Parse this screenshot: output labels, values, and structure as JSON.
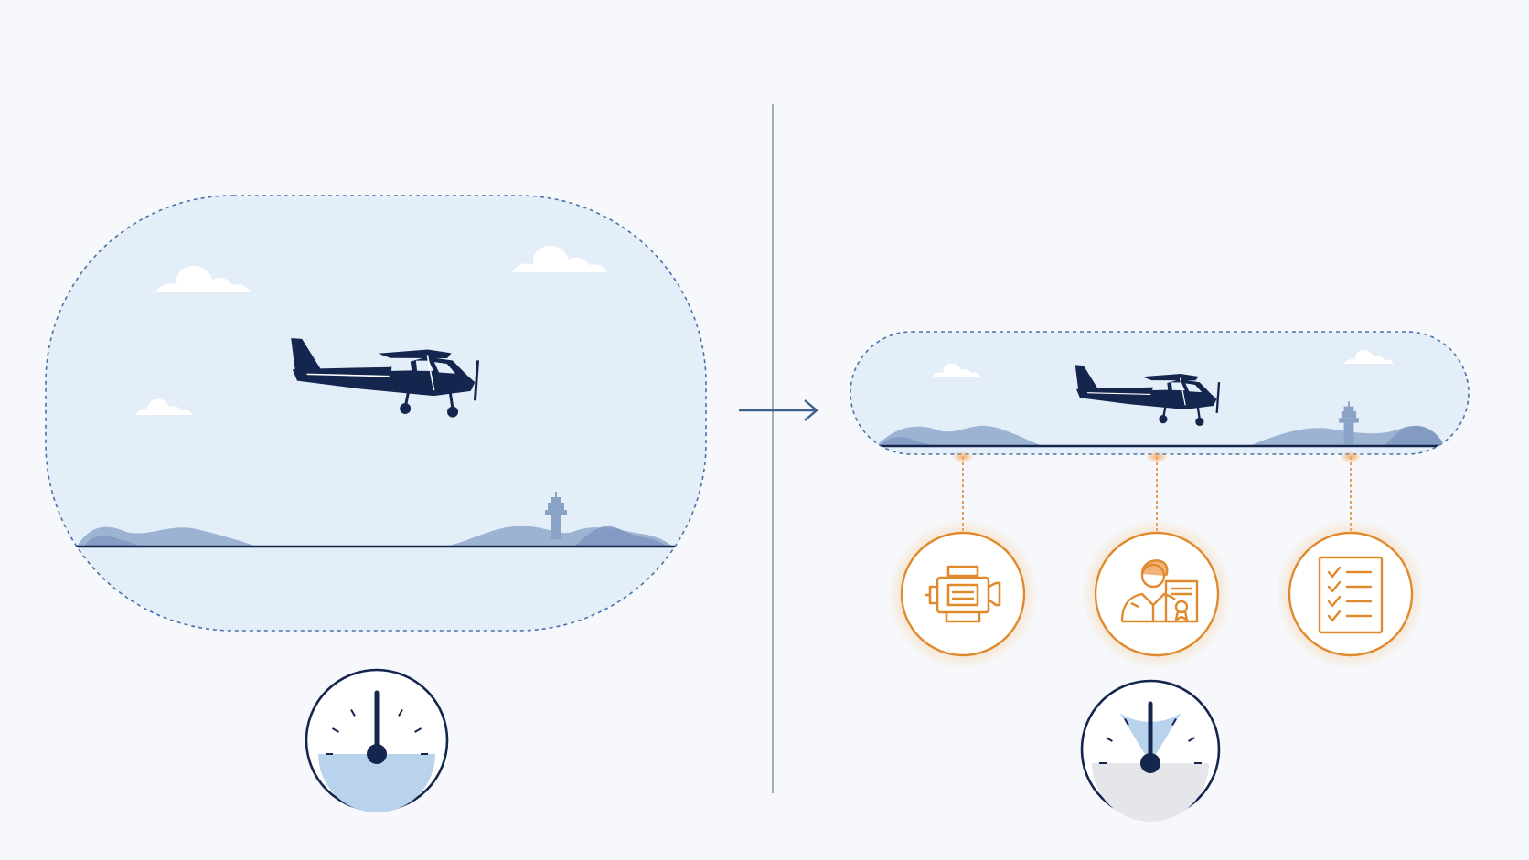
{
  "colors": {
    "background": "#f6f8fb",
    "navy": "#14264d",
    "sky": "#e3eef9",
    "dashed_border": "#4a72a8",
    "hills": "#9db3d2",
    "hills_dark": "#7f97bf",
    "orange": "#e08a2e",
    "orange_glow": "#f7c48a",
    "gauge_fill_blue": "#b9d3ec",
    "gauge_fill_grey": "#e4e6ea",
    "divider": "#8e98aa"
  },
  "left_panel": {
    "scene": "wide-sky-view",
    "icons": [
      "cloud-icon",
      "cloud-icon",
      "cloud-icon",
      "airplane-icon",
      "control-tower-icon",
      "hills"
    ],
    "gauge": {
      "icon": "speedometer-gauge-icon",
      "shaded_arc_fraction": 1.0,
      "needle_fraction": 0.5
    }
  },
  "right_panel": {
    "scene": "narrow-sky-view",
    "icons": [
      "cloud-icon",
      "cloud-icon",
      "airplane-icon",
      "control-tower-icon",
      "hills"
    ],
    "constraints": [
      {
        "icon": "engine-icon"
      },
      {
        "icon": "pilot-certificate-icon"
      },
      {
        "icon": "checklist-icon"
      }
    ],
    "gauge": {
      "icon": "speedometer-gauge-icon",
      "shaded_arc_fraction": 0.35,
      "needle_fraction": 0.5
    }
  },
  "transition": {
    "icon": "arrow-right-icon"
  }
}
